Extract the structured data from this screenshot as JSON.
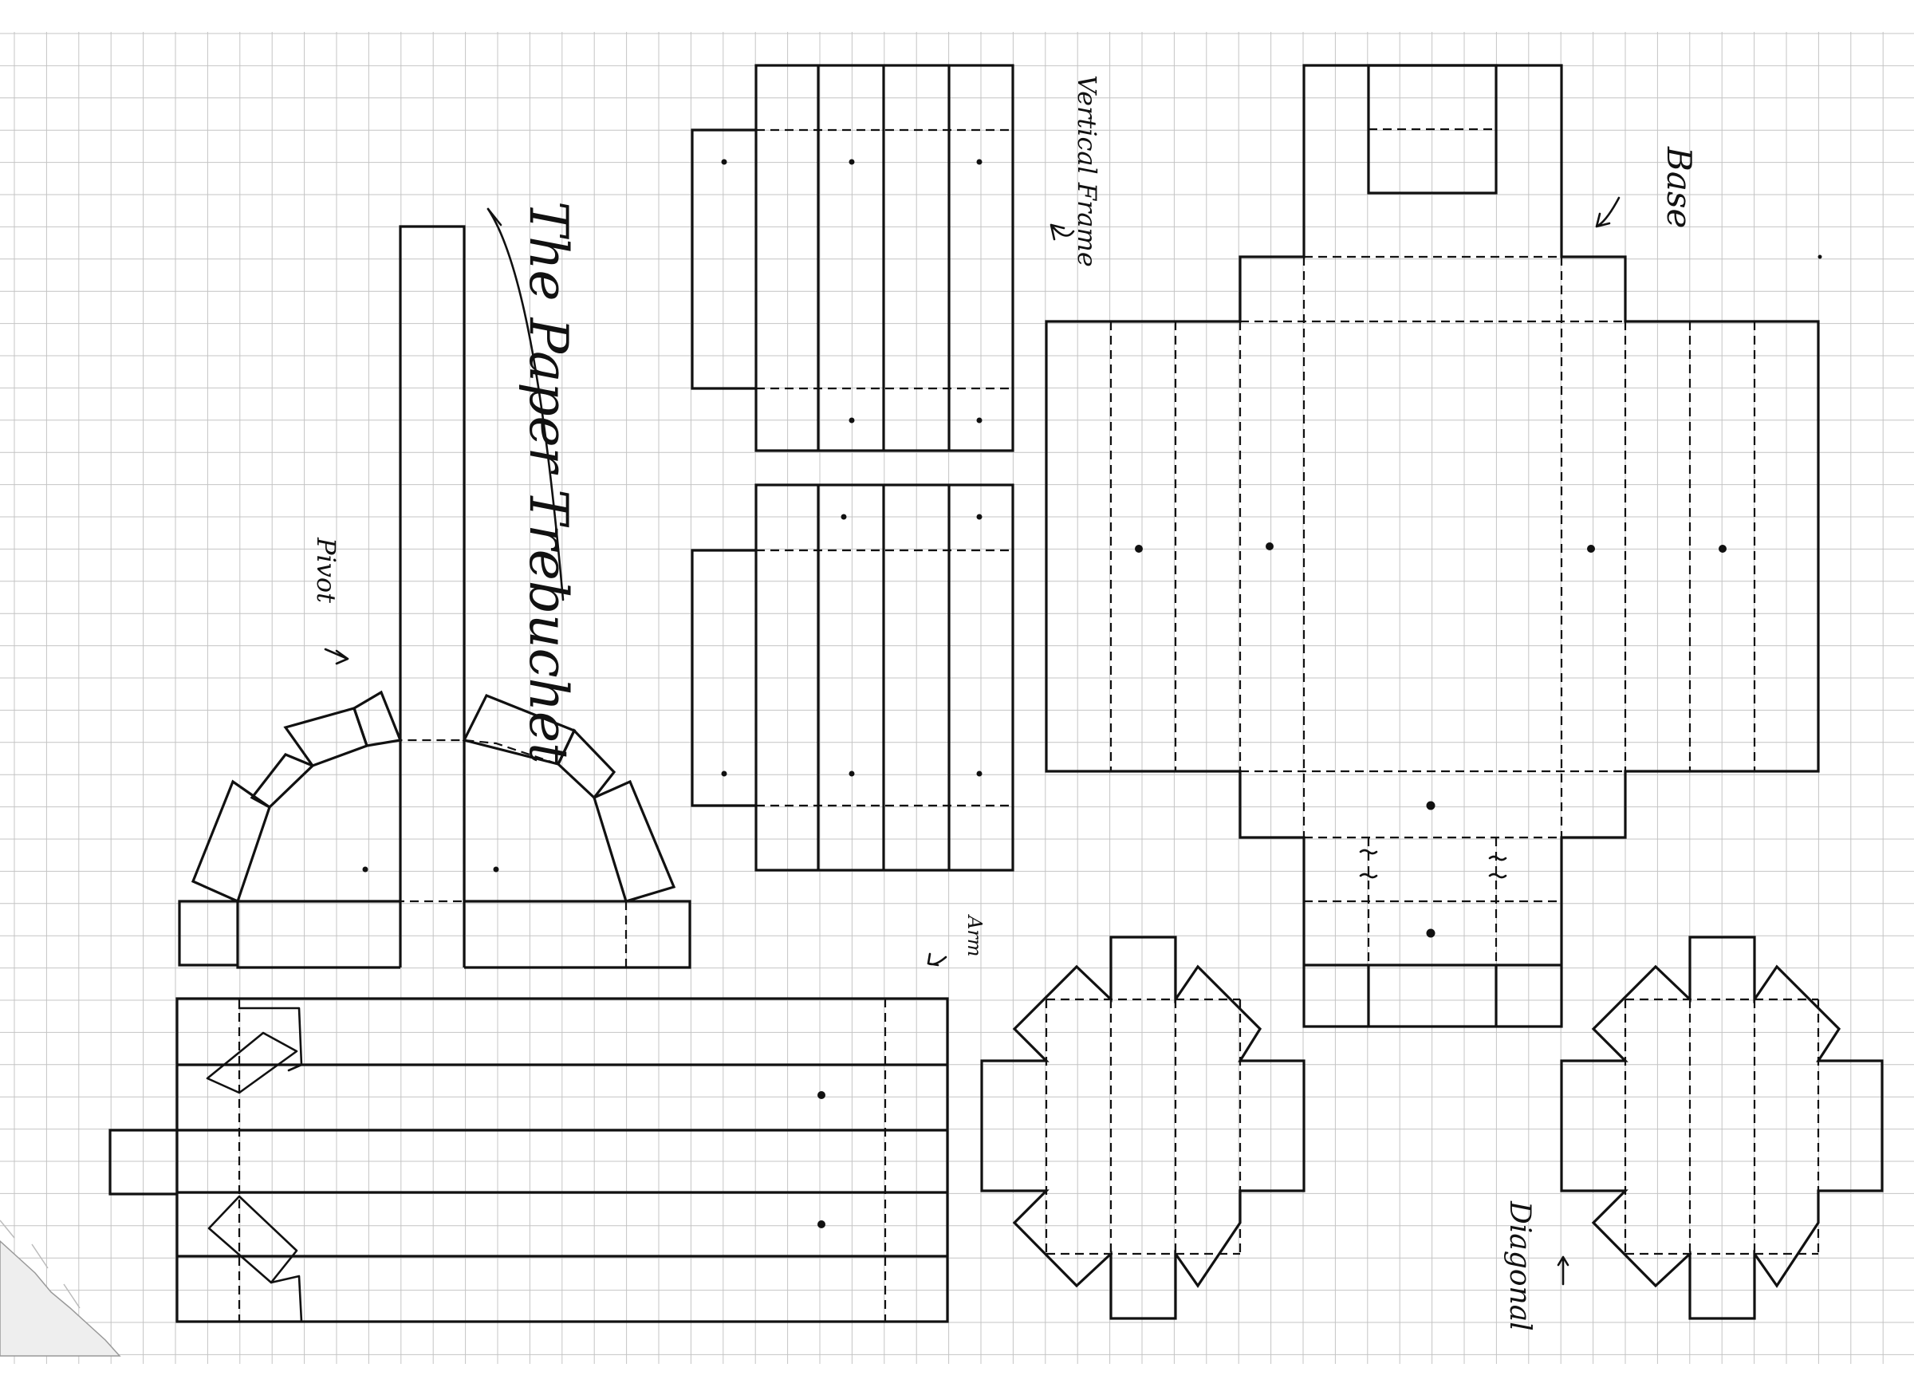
{
  "title": "The Paper Trebuchet",
  "labels": {
    "vertical_frame": "Vertical Frame",
    "base": "Base",
    "pivot": "Pivot",
    "arm": "Arm",
    "diagonal": "Diagonal"
  },
  "colors": {
    "paper": "#ffffff",
    "grid": "#c4c4c4",
    "ink": "#111111"
  }
}
